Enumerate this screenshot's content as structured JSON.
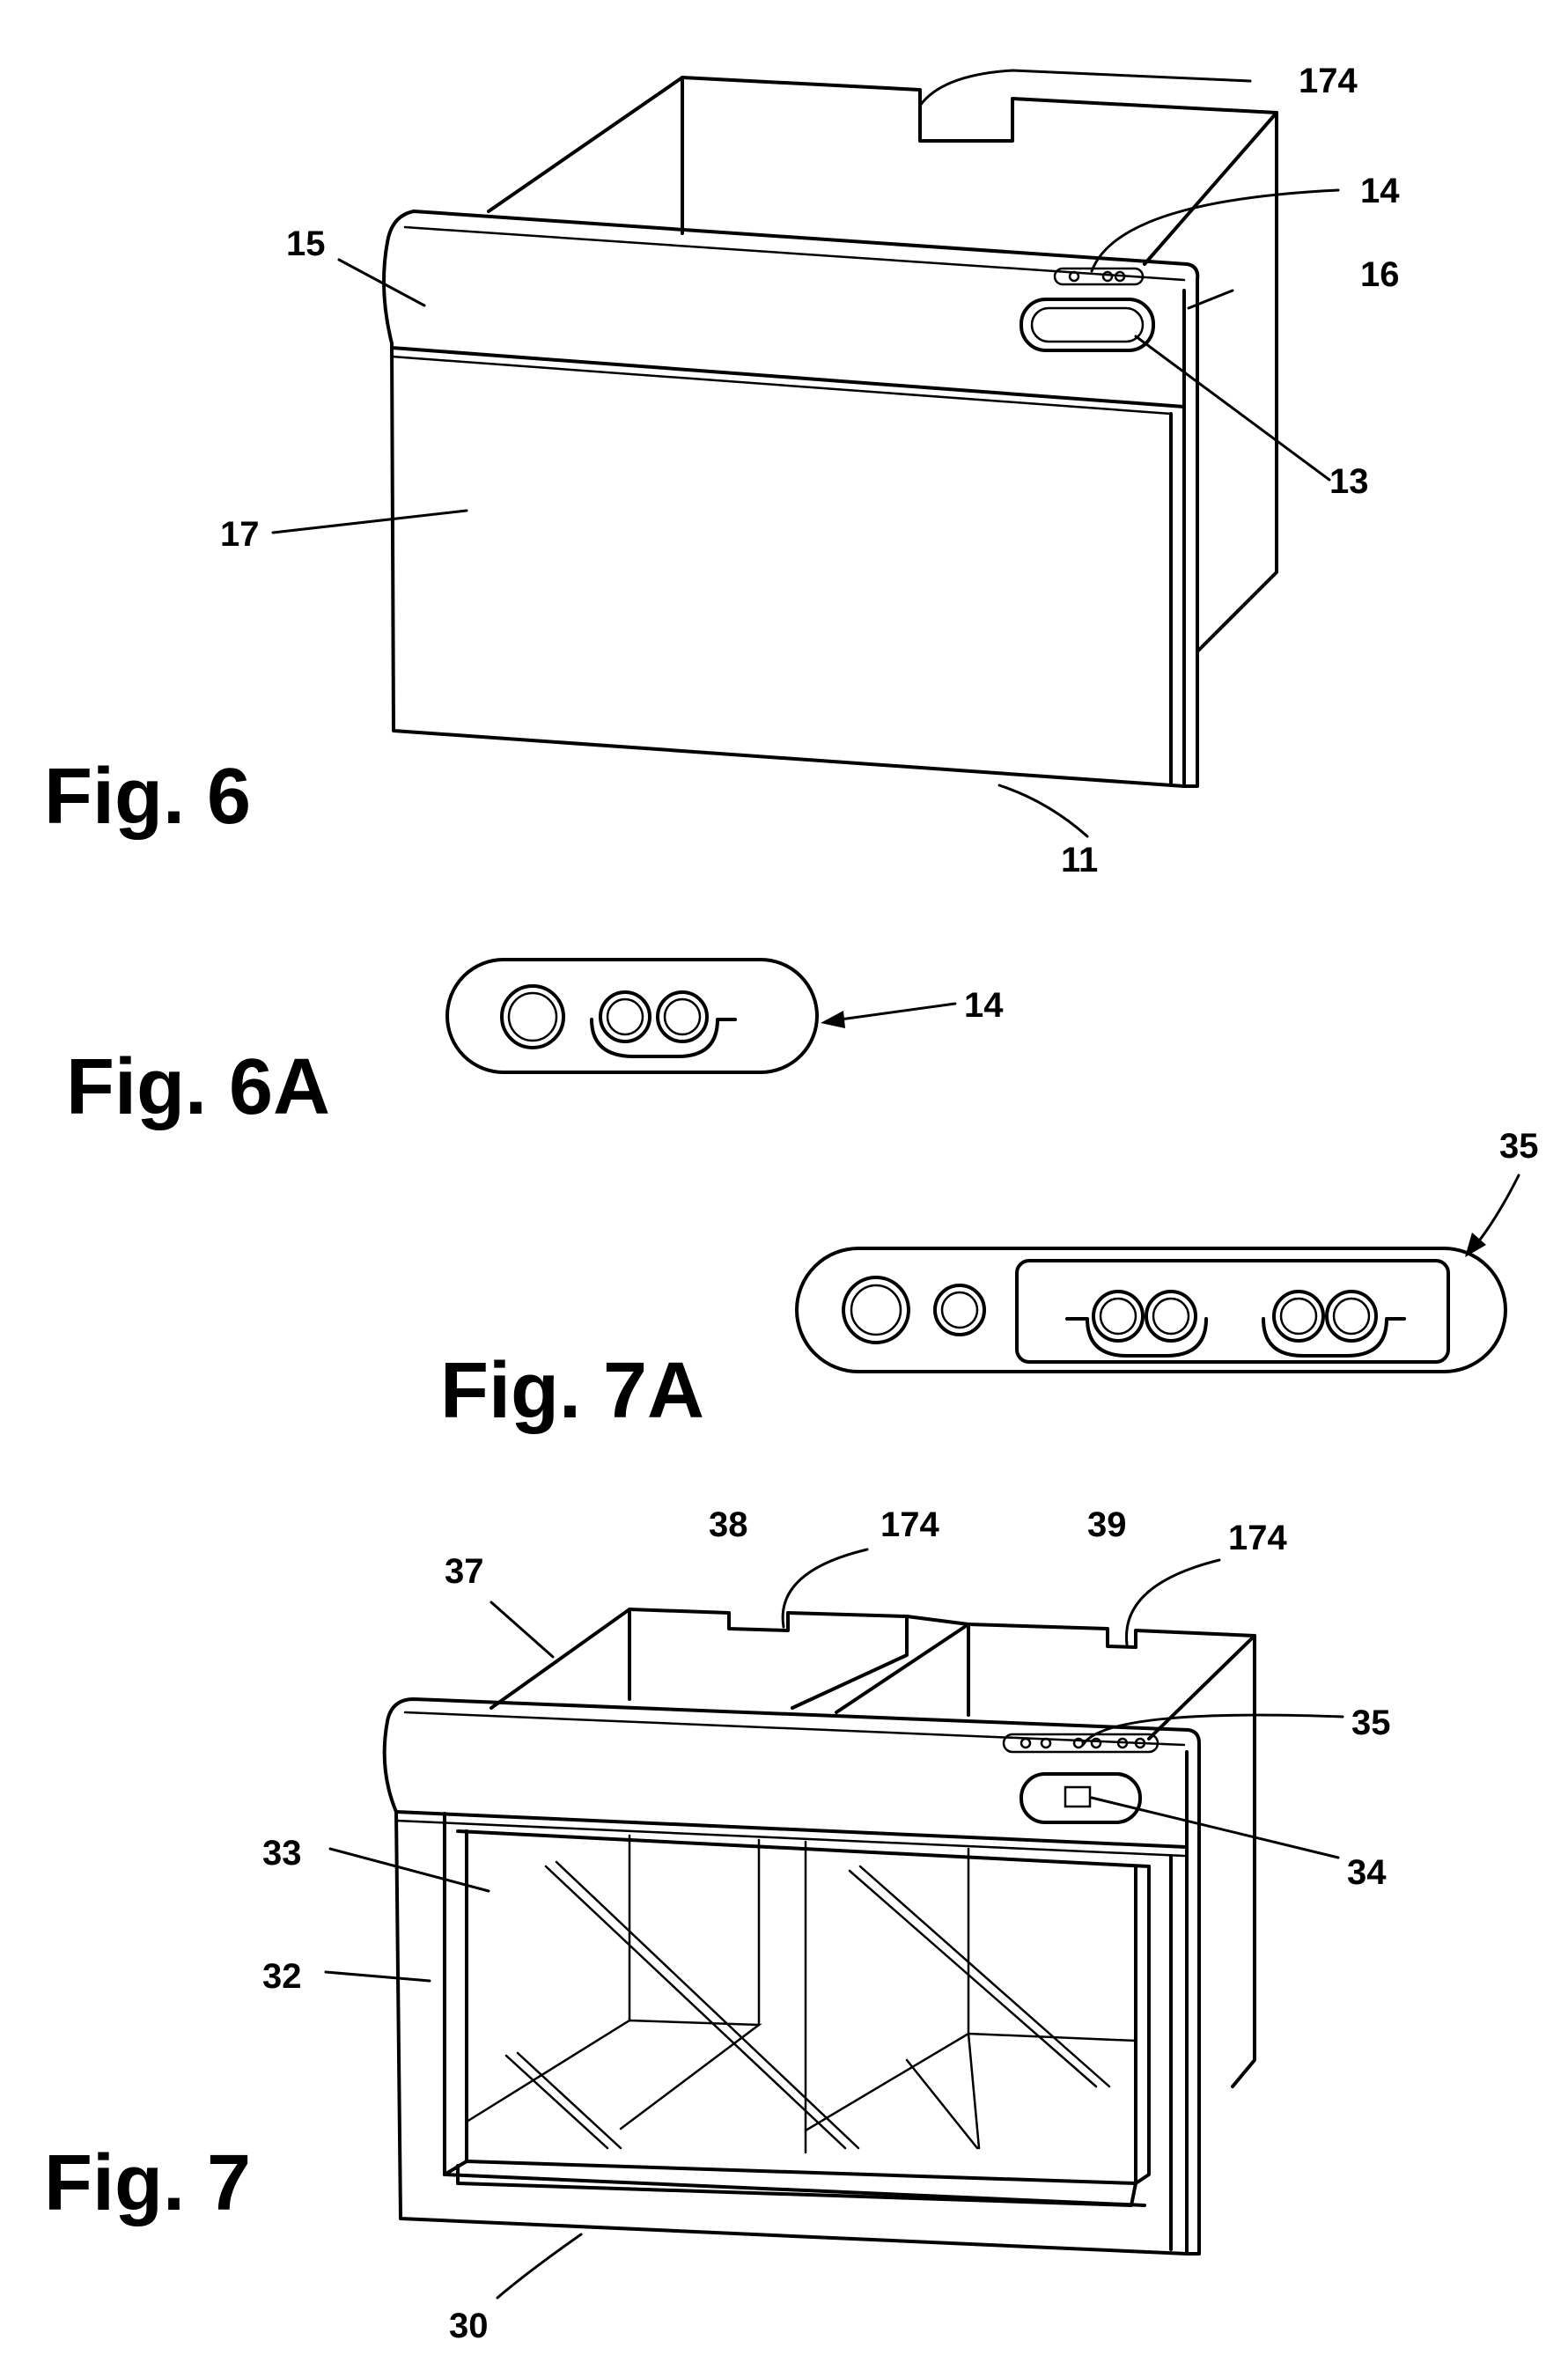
{
  "figures": {
    "fig6": {
      "label": "Fig. 6",
      "refs": {
        "r174": "174",
        "r14": "14",
        "r15": "15",
        "r16": "16",
        "r13": "13",
        "r17": "17",
        "r11": "11"
      }
    },
    "fig6a": {
      "label": "Fig. 6A",
      "refs": {
        "r14": "14"
      }
    },
    "fig7a": {
      "label": "Fig. 7A",
      "refs": {
        "r35": "35"
      }
    },
    "fig7": {
      "label": "Fig. 7",
      "refs": {
        "r38": "38",
        "r174a": "174",
        "r39": "39",
        "r174b": "174",
        "r37": "37",
        "r35": "35",
        "r33": "33",
        "r34": "34",
        "r32": "32",
        "r30": "30"
      }
    }
  }
}
